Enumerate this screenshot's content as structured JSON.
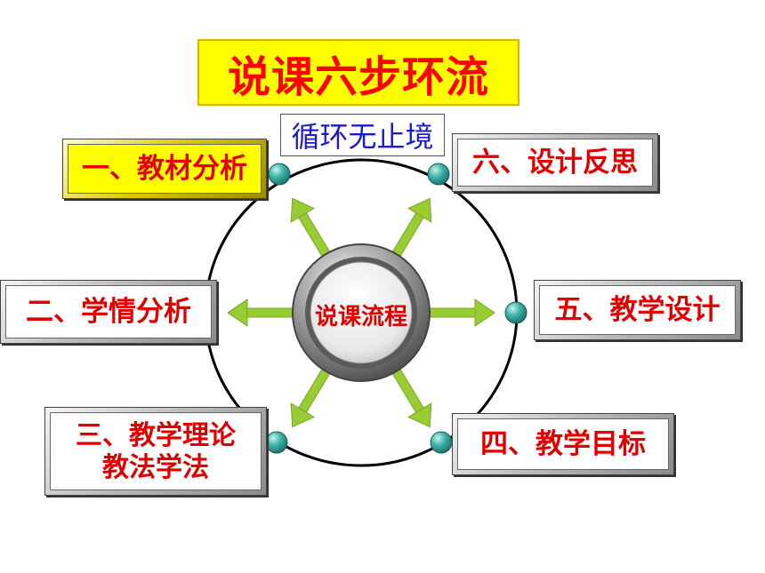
{
  "title": "说课六步环流",
  "subtitle": "循环无止境",
  "hub": {
    "label": "说课流程"
  },
  "steps": [
    {
      "label": "一、教材分析",
      "state": "highlighted"
    },
    {
      "label": "二、学情分析"
    },
    {
      "label": "三、教学理论\n教法学法"
    },
    {
      "label": "四、教学目标"
    },
    {
      "label": "五、教学设计"
    },
    {
      "label": "六、设计反思"
    }
  ],
  "colors": {
    "title_text": "#ff0000",
    "title_background": "#ffff00",
    "subtitle_text": "#1a1acc",
    "step_text": "#e00000",
    "highlight_background": "#ffff00",
    "arrow": "#99cc33",
    "node": "#2aa39a",
    "ring": "#000000"
  }
}
